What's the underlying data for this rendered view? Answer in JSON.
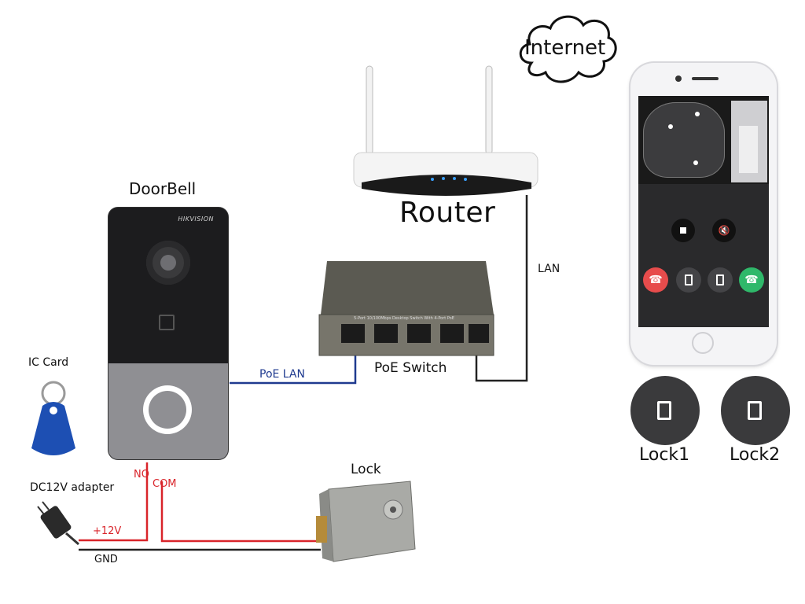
{
  "labels": {
    "internet": "Internet",
    "router": "Router",
    "lan": "LAN",
    "poe_switch": "PoE Switch",
    "poe_lan": "PoE LAN",
    "doorbell": "DoorBell",
    "ic_card": "IC Card",
    "dc_adapter": "DC12V adapter",
    "no": "NO",
    "com": "COM",
    "plus12v": "+12V",
    "gnd": "GND",
    "lock": "Lock",
    "lock1": "Lock1",
    "lock2": "Lock2"
  },
  "doorbell": {
    "brand": "HIKVISION"
  },
  "switch": {
    "header_text": "5-Port 10/100Mbps Desktop Switch With 4-Port PoE"
  },
  "colors": {
    "poe_lan_wire": "#1f3a8f",
    "power_wire": "#d9242a",
    "gnd_wire": "#222222",
    "lan_wire": "#222222",
    "call_decline": "#e74c4c",
    "call_accept": "#2fb86a"
  },
  "icons": [
    "cloud-icon",
    "stop-icon",
    "mute-icon",
    "hangup-icon",
    "door-unlock-icon",
    "answer-icon"
  ]
}
